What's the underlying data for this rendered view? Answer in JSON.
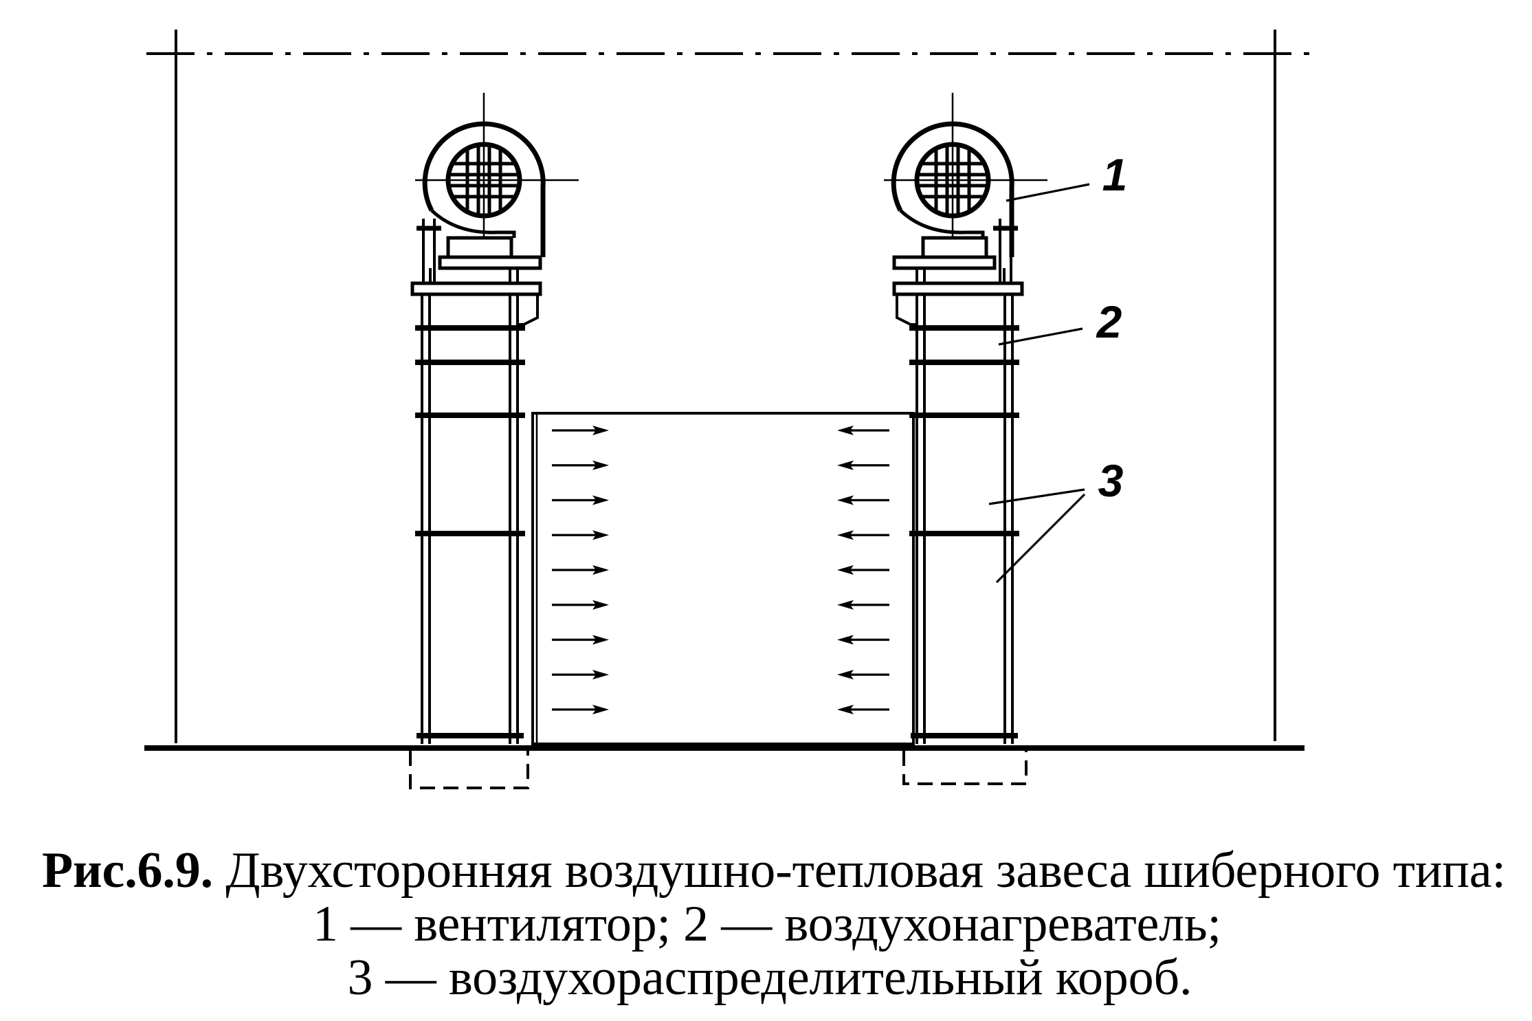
{
  "callouts": {
    "fan": "1",
    "heater": "2",
    "distribution_box": "3"
  },
  "caption": {
    "figure_number": "Рис.6.9.",
    "title": "Двухсторонняя воздушно-тепловая завеса шиберного типа:",
    "legend": [
      "1 — вентилятор;",
      "2 — воздухонагреватель;",
      "3 — воздухораспределительный короб."
    ]
  }
}
